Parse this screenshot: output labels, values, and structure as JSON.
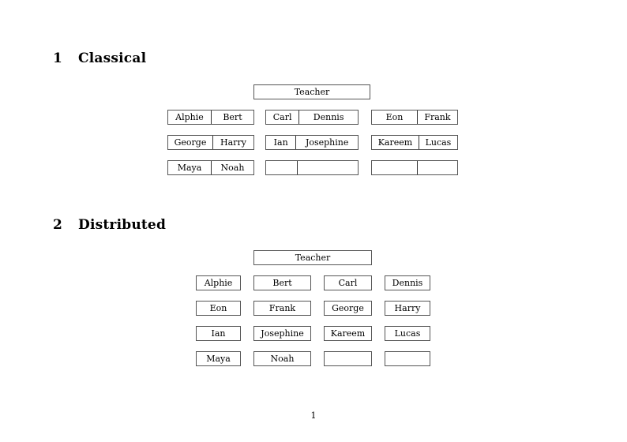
{
  "document": {
    "page_number": "1",
    "sections": [
      {
        "number": "1",
        "title": "Classical",
        "teacher": {
          "label": "Teacher"
        },
        "groups": [
          {
            "name": "group-left",
            "rows": [
              {
                "cells": [
                  {
                    "label": "Alphie"
                  },
                  {
                    "label": "Bert"
                  }
                ]
              },
              {
                "cells": [
                  {
                    "label": "George"
                  },
                  {
                    "label": "Harry"
                  }
                ]
              },
              {
                "cells": [
                  {
                    "label": "Maya"
                  },
                  {
                    "label": "Noah"
                  }
                ]
              }
            ]
          },
          {
            "name": "group-middle",
            "rows": [
              {
                "cells": [
                  {
                    "label": "Carl"
                  },
                  {
                    "label": "Dennis"
                  }
                ]
              },
              {
                "cells": [
                  {
                    "label": "Ian"
                  },
                  {
                    "label": "Josephine"
                  }
                ]
              },
              {
                "cells": [
                  {
                    "label": ""
                  },
                  {
                    "label": ""
                  }
                ]
              }
            ]
          },
          {
            "name": "group-right",
            "rows": [
              {
                "cells": [
                  {
                    "label": "Eon"
                  },
                  {
                    "label": "Frank"
                  }
                ]
              },
              {
                "cells": [
                  {
                    "label": "Kareem"
                  },
                  {
                    "label": "Lucas"
                  }
                ]
              },
              {
                "cells": [
                  {
                    "label": ""
                  },
                  {
                    "label": ""
                  }
                ]
              }
            ]
          }
        ]
      },
      {
        "number": "2",
        "title": "Distributed",
        "teacher": {
          "label": "Teacher"
        },
        "grid": {
          "rows": [
            {
              "cells": [
                {
                  "label": "Alphie"
                },
                {
                  "label": "Bert"
                },
                {
                  "label": "Carl"
                },
                {
                  "label": "Dennis"
                }
              ]
            },
            {
              "cells": [
                {
                  "label": "Eon"
                },
                {
                  "label": "Frank"
                },
                {
                  "label": "George"
                },
                {
                  "label": "Harry"
                }
              ]
            },
            {
              "cells": [
                {
                  "label": "Ian"
                },
                {
                  "label": "Josephine"
                },
                {
                  "label": "Kareem"
                },
                {
                  "label": "Lucas"
                }
              ]
            },
            {
              "cells": [
                {
                  "label": "Maya"
                },
                {
                  "label": "Noah"
                },
                {
                  "label": ""
                },
                {
                  "label": ""
                }
              ]
            }
          ]
        }
      }
    ]
  },
  "colors": {
    "page_background": "#ffffff",
    "text": "#000000",
    "box_border": "#555555",
    "cell_divider": "#333333"
  }
}
